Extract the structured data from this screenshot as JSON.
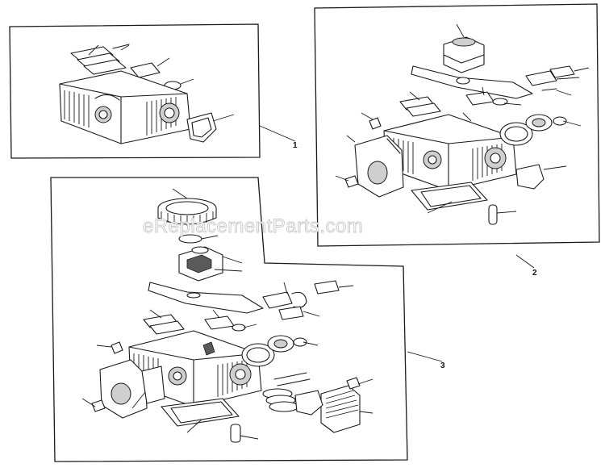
{
  "watermark": "eReplacementParts.com",
  "callouts": {
    "group1": "1",
    "group2": "2",
    "group3": "3"
  }
}
